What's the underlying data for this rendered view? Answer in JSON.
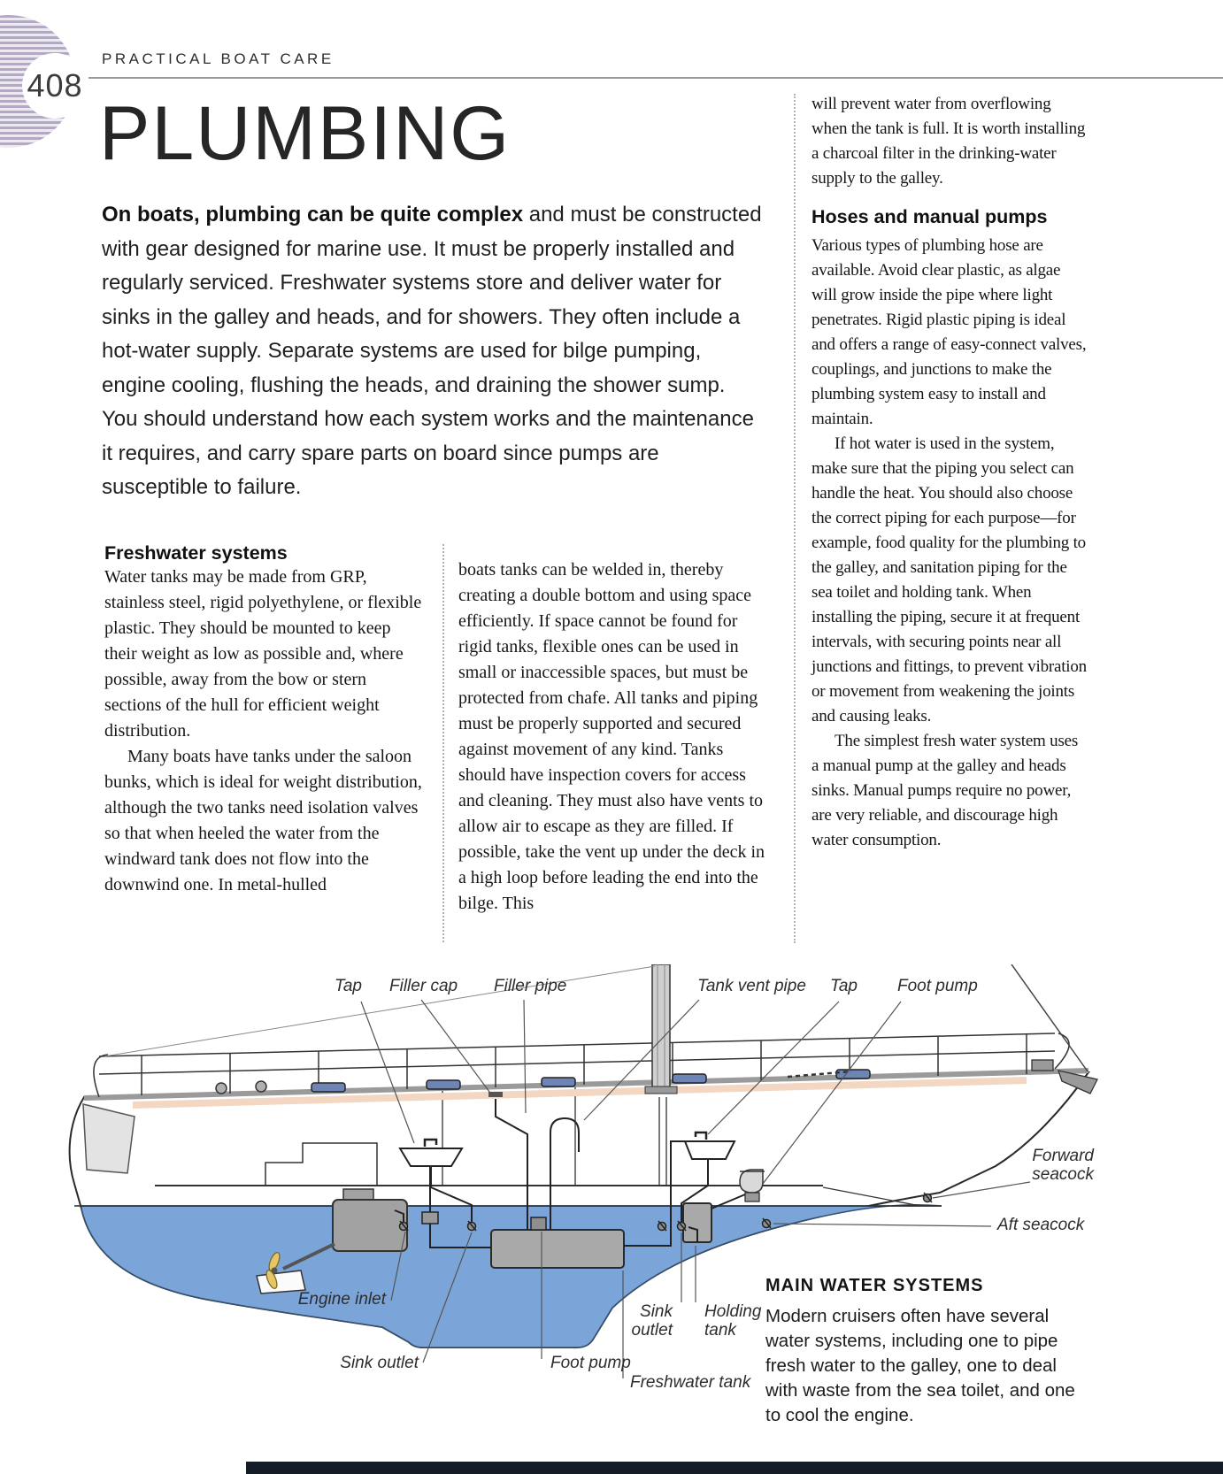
{
  "page": {
    "number": "408",
    "section": "PRACTICAL BOAT CARE",
    "title": "PLUMBING"
  },
  "intro": {
    "lead": "On boats, plumbing can be quite complex",
    "rest": " and must be constructed with gear designed for marine use. It must be properly installed and regularly serviced. Freshwater systems store and deliver water for sinks in the galley and heads, and for showers. They often include a hot-water supply. Separate systems are used for bilge pumping, engine cooling, flushing the heads, and draining the shower sump. You should understand how each system works and the maintenance it requires, and carry spare parts on board since pumps are susceptible to failure."
  },
  "columns": {
    "left": {
      "heading": "Freshwater systems",
      "para1": "Water tanks may be made from GRP, stainless steel, rigid polyethylene, or flexible plastic. They should be mounted to keep their weight as low as possible and, where possible, away from the bow or stern sections of the hull for efficient weight distribution.",
      "para2": "Many boats have tanks under the saloon bunks, which is ideal for weight distribution, although the two tanks need isolation valves so that when heeled the water from the windward tank does not flow into the downwind one. In metal-hulled"
    },
    "middle": {
      "para1": "boats tanks can be welded in, thereby creating a double bottom and using space efficiently. If space cannot be found for rigid tanks, flexible ones can be used in small or inaccessible spaces, but must be protected from chafe. All tanks and piping must be properly supported and secured against movement of any kind. Tanks should have inspection covers for access and cleaning. They must also have vents to allow air to escape as they are filled. If possible, take the vent up under the deck in a high loop before leading the end into the bilge. This"
    },
    "right": {
      "para1": "will prevent water from overflowing when the tank is full. It is worth installing a charcoal filter in the drinking-water supply to the galley.",
      "heading": "Hoses and manual pumps",
      "para2": "Various types of plumbing hose are available. Avoid clear plastic, as algae will grow inside the pipe where light penetrates. Rigid plastic piping is ideal and offers a range of easy-connect valves, couplings, and junctions to make the plumbing system easy to install and maintain.",
      "para3": "If hot water is used in the system, make sure that the piping you select can handle the heat. You should also choose the correct piping for each purpose—for example, food quality for the plumbing to the galley, and sanitation piping for the sea toilet and holding tank. When installing the piping, secure it at frequent intervals, with securing points near all junctions and fittings, to prevent vibration or movement from weakening the joints and causing leaks.",
      "para4": "The simplest fresh water system uses a manual pump at the galley and heads sinks. Manual pumps require no power, are very reliable, and discourage high water consumption."
    }
  },
  "diagram": {
    "labels": {
      "tap1": "Tap",
      "filler_cap": "Filler cap",
      "filler_pipe": "Filler pipe",
      "tank_vent_pipe": "Tank vent pipe",
      "tap2": "Tap",
      "foot_pump_top": "Foot pump",
      "forward_seacock": "Forward seacock",
      "aft_seacock": "Aft seacock",
      "engine_inlet": "Engine inlet",
      "sink_outlet_1": "Sink outlet",
      "foot_pump_bottom": "Foot pump",
      "freshwater_tank": "Freshwater tank",
      "sink_outlet_2": "Sink outlet",
      "holding_tank": "Holding tank"
    },
    "caption": {
      "heading": "MAIN WATER SYSTEMS",
      "body": "Modern cruisers often have several water systems, including one to pipe fresh water to the galley, one to deal with waste from the sea toilet, and one to cool the engine."
    },
    "colors": {
      "water": "#7ba4d9",
      "deck": "#f3d7c3",
      "tank": "#a9a9a9",
      "hatch": "#6d84b4",
      "propeller": "#e6c565",
      "badge_stripe": "#b5a7c7"
    }
  }
}
